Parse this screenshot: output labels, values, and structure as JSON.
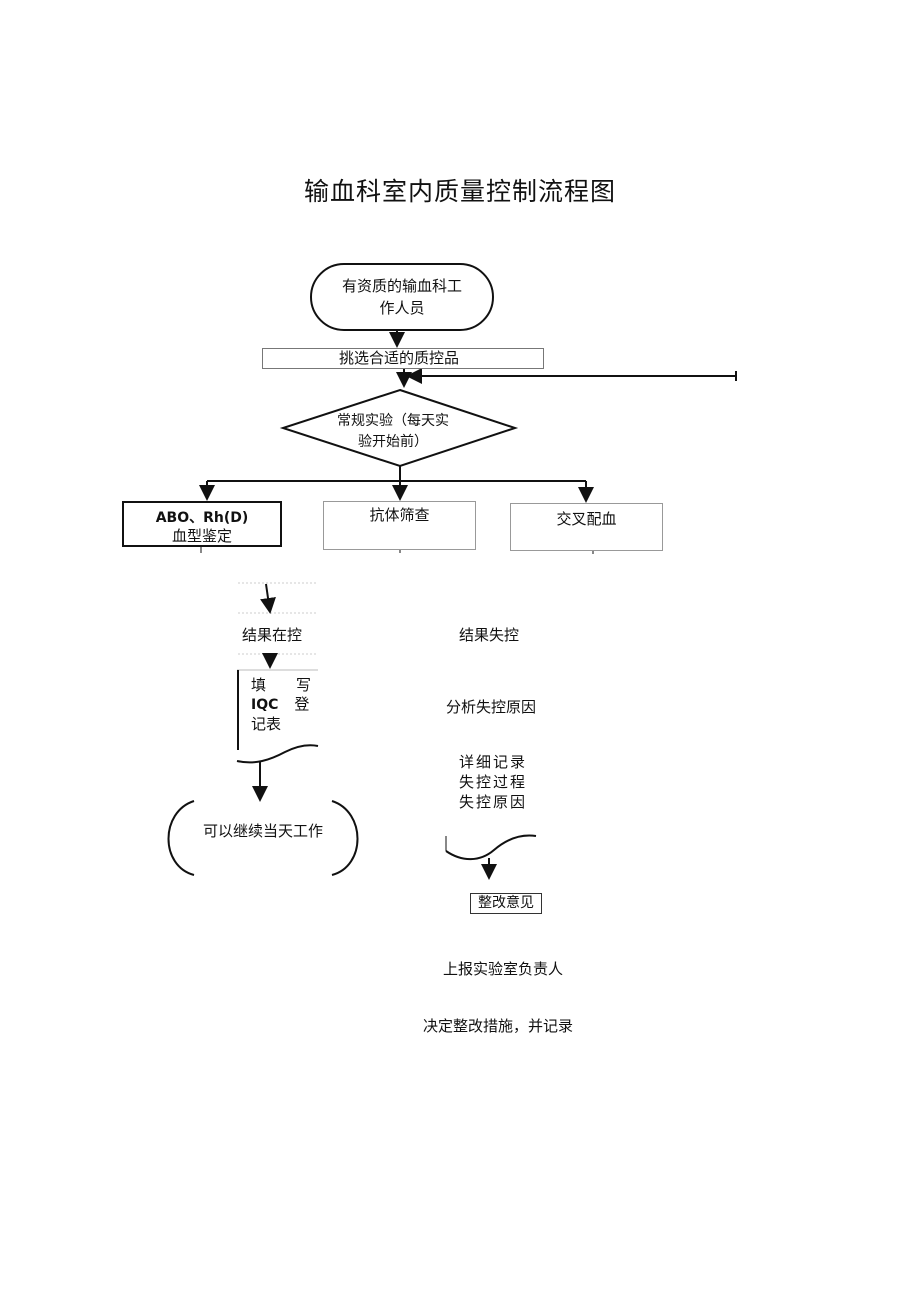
{
  "title": "输血科室内质量控制流程图",
  "nodes": {
    "start": "有资质的输血科工作人员",
    "select_qc": "挑选合适的质控品",
    "routine_line1": "常规实验（每天实",
    "routine_line2": "验开始前）",
    "abo_line1": "ABO、Rh(D)",
    "abo_line2": "血型鉴定",
    "antibody": "抗体筛查",
    "crossmatch": "交叉配血",
    "in_control": "结果在控",
    "fill_line1_a": "填",
    "fill_line1_b": "写",
    "fill_line2_a": "IQC",
    "fill_line2_b": "登",
    "fill_line3": "记表",
    "continue_work": "可以继续当天工作",
    "out_of_control": "结果失控",
    "analyze": "分析失控原因",
    "record_line1": "详细记录",
    "record_line2": "失控过程",
    "record_line3": "失控原因",
    "opinion": "整改意见",
    "report": "上报实验室负责人",
    "decide": "决定整改措施，并记录"
  }
}
